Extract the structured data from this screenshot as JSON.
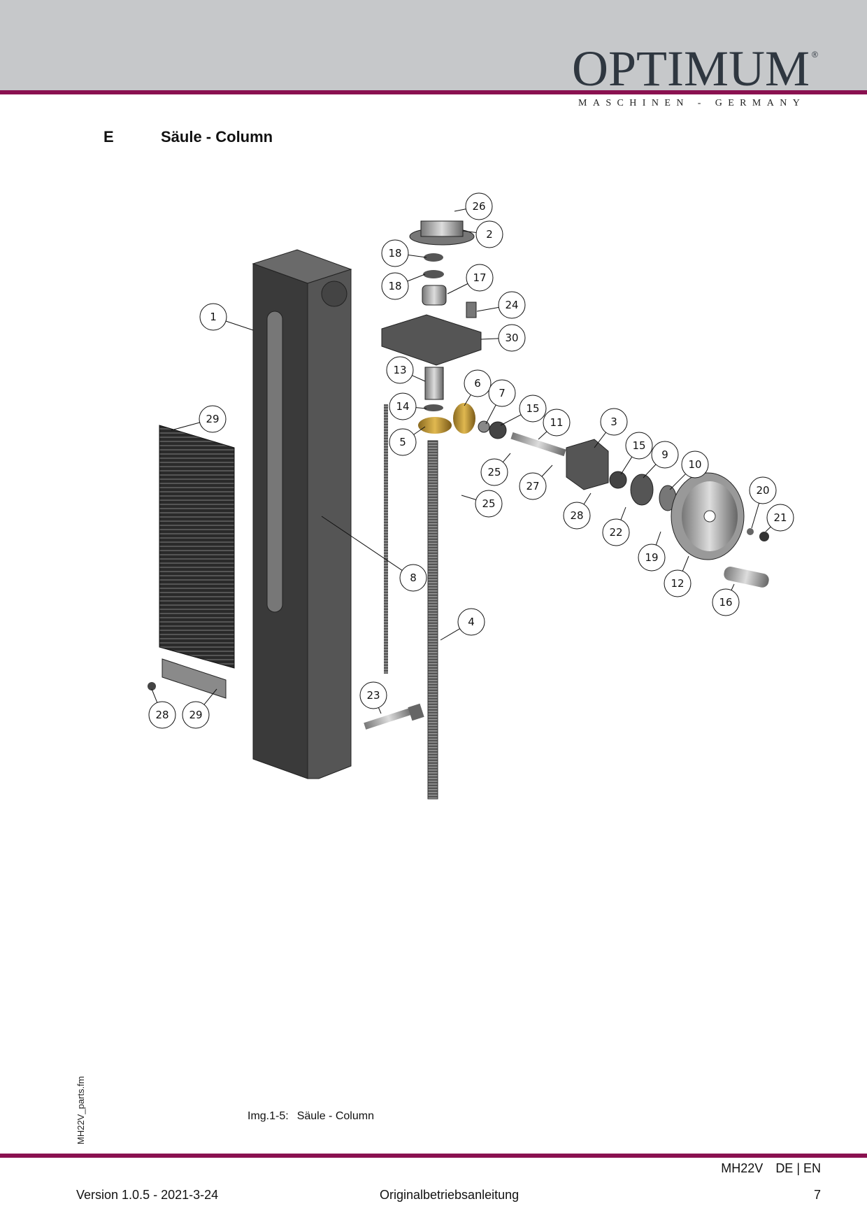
{
  "header": {
    "logo_text": "OPTIMUM",
    "logo_registered": "®",
    "logo_subtitle": "MASCHINEN - GERMANY",
    "colors": {
      "band": "#c6c8ca",
      "accent": "#8a1150",
      "logo": "#2f3740"
    }
  },
  "section": {
    "letter": "E",
    "title": "Säule - Column"
  },
  "diagram": {
    "callouts": [
      "26",
      "2",
      "18",
      "18",
      "17",
      "24",
      "30",
      "1",
      "13",
      "6",
      "7",
      "15",
      "14",
      "11",
      "3",
      "29",
      "5",
      "15",
      "9",
      "10",
      "25",
      "27",
      "25",
      "20",
      "21",
      "28",
      "22",
      "19",
      "12",
      "16",
      "8",
      "4",
      "23",
      "28",
      "29"
    ]
  },
  "caption": {
    "label": "Img.1-5:",
    "text": "Säule - Column"
  },
  "side_file": "MH22V_parts.fm",
  "footer": {
    "model": "MH22V",
    "languages": "DE | EN",
    "version": "Version 1.0.5 - 2021-3-24",
    "document": "Originalbetriebsanleitung",
    "page": "7"
  }
}
